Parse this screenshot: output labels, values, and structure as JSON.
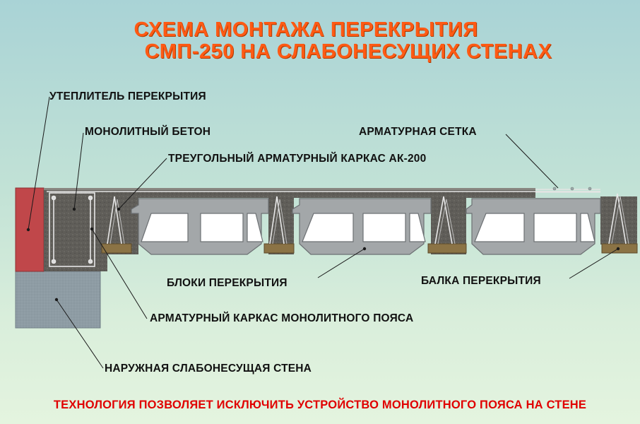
{
  "title": {
    "line1": "СХЕМА МОНТАЖА ПЕРЕКРЫТИЯ",
    "line2": "СМП-250 НА СЛАБОНЕСУЩИХ СТЕНАХ"
  },
  "labels": {
    "insulation": "УТЕПЛИТЕЛЬ ПЕРЕКРЫТИЯ",
    "concrete": "МОНОЛИТНЫЙ БЕТОН",
    "mesh": "АРМАТУРНАЯ СЕТКА",
    "triangle_frame": "ТРЕУГОЛЬНЫЙ АРМАТУРНЫЙ КАРКАС АК-200",
    "blocks": "БЛОКИ ПЕРЕКРЫТИЯ",
    "beam": "БАЛКА ПЕРЕКРЫТИЯ",
    "belt_frame": "АРМАТУРНЫЙ КАРКАС МОНОЛИТНОГО ПОЯСА",
    "wall": "НАРУЖНАЯ СЛАБОНЕСУЩАЯ СТЕНА"
  },
  "footer": "ТЕХНОЛОГИЯ ПОЗВОЛЯЕТ ИСКЛЮЧИТЬ УСТРОЙСТВО МОНОЛИТНОГО ПОЯСА НА СТЕНЕ",
  "colors": {
    "title": "#ff5a14",
    "footer": "#e00000",
    "insulation": "#c0474a",
    "wall": "#8f9ea6",
    "concrete": "#5c5a55",
    "blocks": "#a2a6a8",
    "beam_base": "#8b7345"
  }
}
